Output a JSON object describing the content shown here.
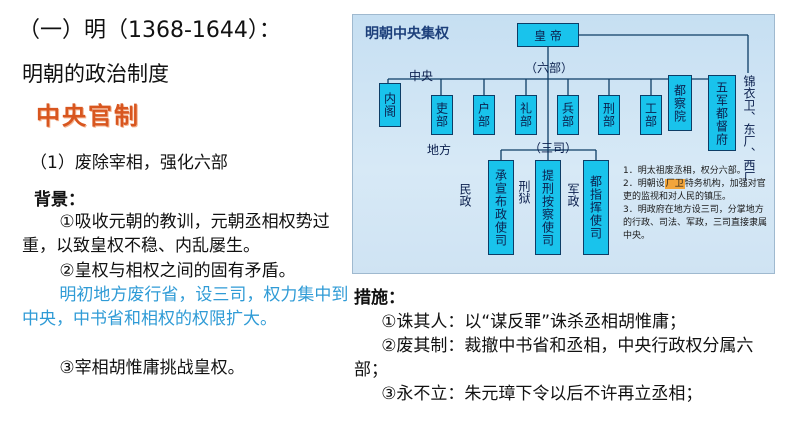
{
  "heading": "（一）明（1368-1644）：",
  "subheading": "明朝的政治制度",
  "central_title": "中央官制",
  "point1": "（1）废除宰相，强化六部",
  "background_label": "背景：",
  "background_items": [
    "①吸收元朝的教训，元朝丞相权势过重，以致皇权不稳、内乱屡生。",
    "②皇权与相权之间的固有矛盾。"
  ],
  "background_blue": "明初地方废行省，设三司，权力集中到中央，中书省和相权的权限扩大。",
  "background_item3": "③宰相胡惟庸挑战皇权。",
  "measures_label": "措施：",
  "measures": [
    "①诛其人：以“谋反罪”诛杀丞相胡惟庸；",
    "②废其制：裁撤中书省和丞相，中央行政权分属六部；",
    "③永不立：朱元璋下令以后不许再立丞相；"
  ],
  "diagram": {
    "title": "明朝中央集权",
    "emperor": "皇 帝",
    "central_label": "中央",
    "six_ministries_label": "（六部）",
    "neige": "内阁",
    "ministries": [
      "吏部",
      "户部",
      "礼部",
      "兵部",
      "刑部",
      "工部"
    ],
    "duchayuan": "都察院",
    "wujun": "五军都督府",
    "spy_label": "锦衣卫、东厂、西厂",
    "local_label": "地方",
    "three_offices_label": "（三司）",
    "three_offices": [
      "承宣布政使司",
      "提刑按察使司",
      "都指挥使司"
    ],
    "office_functions": [
      "民政",
      "刑狱",
      "军政"
    ],
    "notes": [
      "1．明太祖废丞相，权分六部。",
      "2．明朝设厂卫特务机构，加强对官吏的监视和对人民的镇压。",
      "3．明政府在地方设三司，分掌地方的行政、司法、军政，三司直接隶属中央。"
    ],
    "notes_highlight": "厂卫"
  }
}
